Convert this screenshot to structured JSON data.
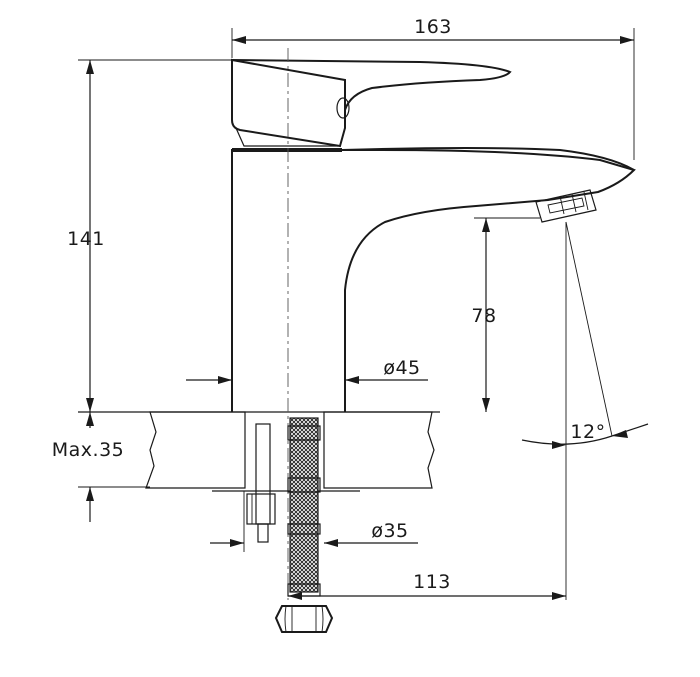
{
  "dimensions": {
    "overall_width": "163",
    "overall_height": "141",
    "spout_height": "78",
    "body_diameter": "ø45",
    "max_counter_thickness": "Max.35",
    "hole_diameter": "ø35",
    "spout_reach": "113",
    "spout_angle": "12°"
  },
  "colors": {
    "line": "#1a1a1a",
    "background": "#ffffff"
  }
}
